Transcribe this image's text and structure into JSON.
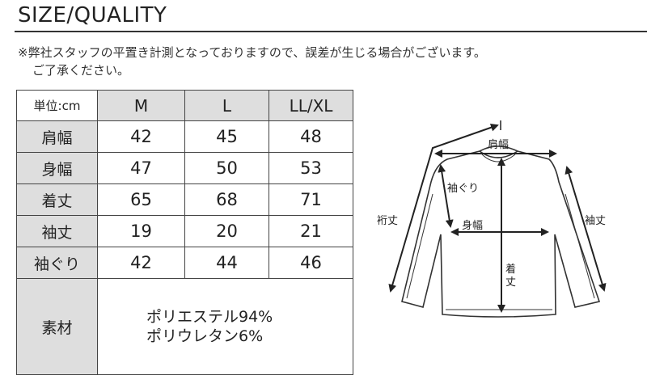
{
  "title": "SIZE/QUALITY",
  "note": {
    "line1": "※弊社スタッフの平置き計測となっておりますので、誤差が生じる場合がございます。",
    "line2": "ご了承ください。"
  },
  "table": {
    "unit_label": "単位:cm",
    "columns": [
      "M",
      "L",
      "LL/XL"
    ],
    "rows": [
      {
        "label": "肩幅",
        "values": [
          "42",
          "45",
          "48"
        ]
      },
      {
        "label": "身幅",
        "values": [
          "47",
          "50",
          "53"
        ]
      },
      {
        "label": "着丈",
        "values": [
          "65",
          "68",
          "71"
        ]
      },
      {
        "label": "袖丈",
        "values": [
          "19",
          "20",
          "21"
        ]
      },
      {
        "label": "袖ぐり",
        "values": [
          "42",
          "44",
          "46"
        ]
      }
    ],
    "material_label": "素材",
    "material_lines": [
      "ポリエステル94%",
      "ポリウレタン6%"
    ]
  },
  "diagram": {
    "shoulder": "肩幅",
    "armhole": "袖ぐり",
    "yuki": "裄丈",
    "body_width": "身幅",
    "sleeve": "袖丈",
    "length_top": "着",
    "length_bottom": "丈"
  }
}
